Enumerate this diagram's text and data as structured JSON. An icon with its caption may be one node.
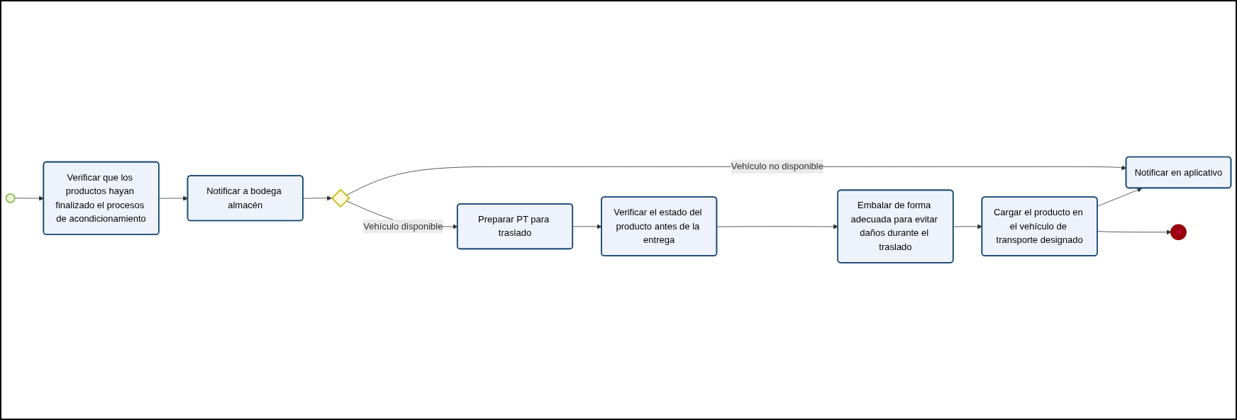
{
  "diagram": {
    "nodes": [
      {
        "text": [],
        "shape": "circle"
      },
      {
        "text": [
          "Verificar que los productos hayan finalizado el procesos de acondicionamiento"
        ]
      },
      {
        "text": [
          "Notificar a bodega almacén"
        ]
      },
      {
        "text": [],
        "shape": "diamond"
      },
      {
        "text": [
          "Notificar en aplicativo"
        ]
      },
      {
        "text": [
          "Preparar PT para traslado"
        ]
      },
      {
        "text": [
          "Verificar el estado del producto antes de la entrega"
        ]
      },
      {
        "text": [
          "Embalar de forma adecuada para evitar daños durante el traslado"
        ]
      },
      {
        "text": [
          "Cargar el producto en el vehículo de transporte designado"
        ]
      },
      {
        "text": [],
        "shape": "circle"
      }
    ],
    "edges": [
      {
        "from": 0,
        "to": 1,
        "arrow": "to"
      },
      {
        "from": 1,
        "to": 2,
        "arrow": "to"
      },
      {
        "from": 2,
        "to": 3,
        "arrow": "to"
      },
      {
        "from": 3,
        "to": 4,
        "arrow": "to",
        "label": "Vehículo no disponible"
      },
      {
        "from": 3,
        "to": 5,
        "arrow": "to",
        "label": "Vehículo disponible"
      },
      {
        "from": 5,
        "to": 6,
        "arrow": "to"
      },
      {
        "from": 6,
        "to": 7,
        "arrow": "to"
      },
      {
        "from": 7,
        "to": 8,
        "arrow": "to"
      },
      {
        "from": 8,
        "to": 4,
        "arrow": "to"
      },
      {
        "from": 8,
        "to": 9,
        "arrow": "to"
      }
    ]
  }
}
